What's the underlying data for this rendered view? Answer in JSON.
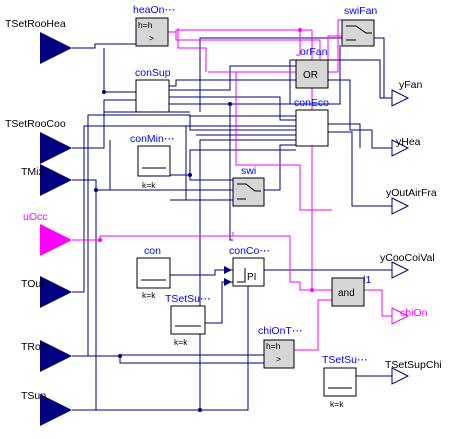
{
  "colors": {
    "navy": "#000080",
    "magenta": "#ff00ff",
    "blue_label": "#0000ff",
    "block_fill": "#ffffff",
    "logic_fill": "#d6d6d6"
  },
  "inputs": [
    {
      "id": "TSetRooHea",
      "label": "TSetRooHea",
      "type": "real",
      "color": "#000080"
    },
    {
      "id": "TSetRooCoo",
      "label": "TSetRooCoo",
      "type": "real",
      "color": "#000080"
    },
    {
      "id": "TMix",
      "label": "TMix",
      "type": "real",
      "color": "#000080"
    },
    {
      "id": "uOcc",
      "label": "uOcc",
      "type": "boolean",
      "color": "#ff00ff"
    },
    {
      "id": "TOut",
      "label": "TOut",
      "type": "real",
      "color": "#000080"
    },
    {
      "id": "TRoo",
      "label": "TRoo",
      "type": "real",
      "color": "#000080"
    },
    {
      "id": "TSup",
      "label": "TSup",
      "type": "real",
      "color": "#000080"
    }
  ],
  "outputs": [
    {
      "id": "yFan",
      "label": "yFan",
      "type": "real"
    },
    {
      "id": "yHea",
      "label": "yHea",
      "type": "real"
    },
    {
      "id": "yOutAirFra",
      "label": "yOutAirFra",
      "type": "real"
    },
    {
      "id": "yCooCoiVal",
      "label": "yCooCoiVal",
      "type": "real"
    },
    {
      "id": "chiOn",
      "label": "chiOn",
      "type": "boolean"
    },
    {
      "id": "TSetSupChi",
      "label": "TSetSupChi",
      "type": "real"
    }
  ],
  "blocks": [
    {
      "id": "heaOn",
      "label": "heaOn⋯",
      "inner": ">",
      "param": "h=h"
    },
    {
      "id": "swiFan",
      "label": "swiFan",
      "inner": "",
      "param": ""
    },
    {
      "id": "orFan",
      "label": "orFan",
      "inner": "OR",
      "param": ""
    },
    {
      "id": "conSup",
      "label": "conSup",
      "inner": "",
      "param": ""
    },
    {
      "id": "conEco",
      "label": "conEco",
      "inner": "",
      "param": ""
    },
    {
      "id": "conMin",
      "label": "conMin⋯",
      "inner": "",
      "param": "k=k"
    },
    {
      "id": "swi",
      "label": "swi",
      "inner": "",
      "param": ""
    },
    {
      "id": "con",
      "label": "con",
      "inner": "",
      "param": "k=k"
    },
    {
      "id": "conCo",
      "label": "conCo⋯",
      "inner": "PI",
      "param": ""
    },
    {
      "id": "TSetSu1",
      "label": "TSetSu⋯",
      "inner": "",
      "param": "k=k"
    },
    {
      "id": "and1",
      "label": "and1",
      "inner": "and",
      "param": ""
    },
    {
      "id": "chiOnT",
      "label": "chiOnT⋯",
      "inner": ">",
      "param": "h=h"
    },
    {
      "id": "TSetSu2",
      "label": "TSetSu⋯",
      "inner": "",
      "param": "k=k"
    }
  ]
}
